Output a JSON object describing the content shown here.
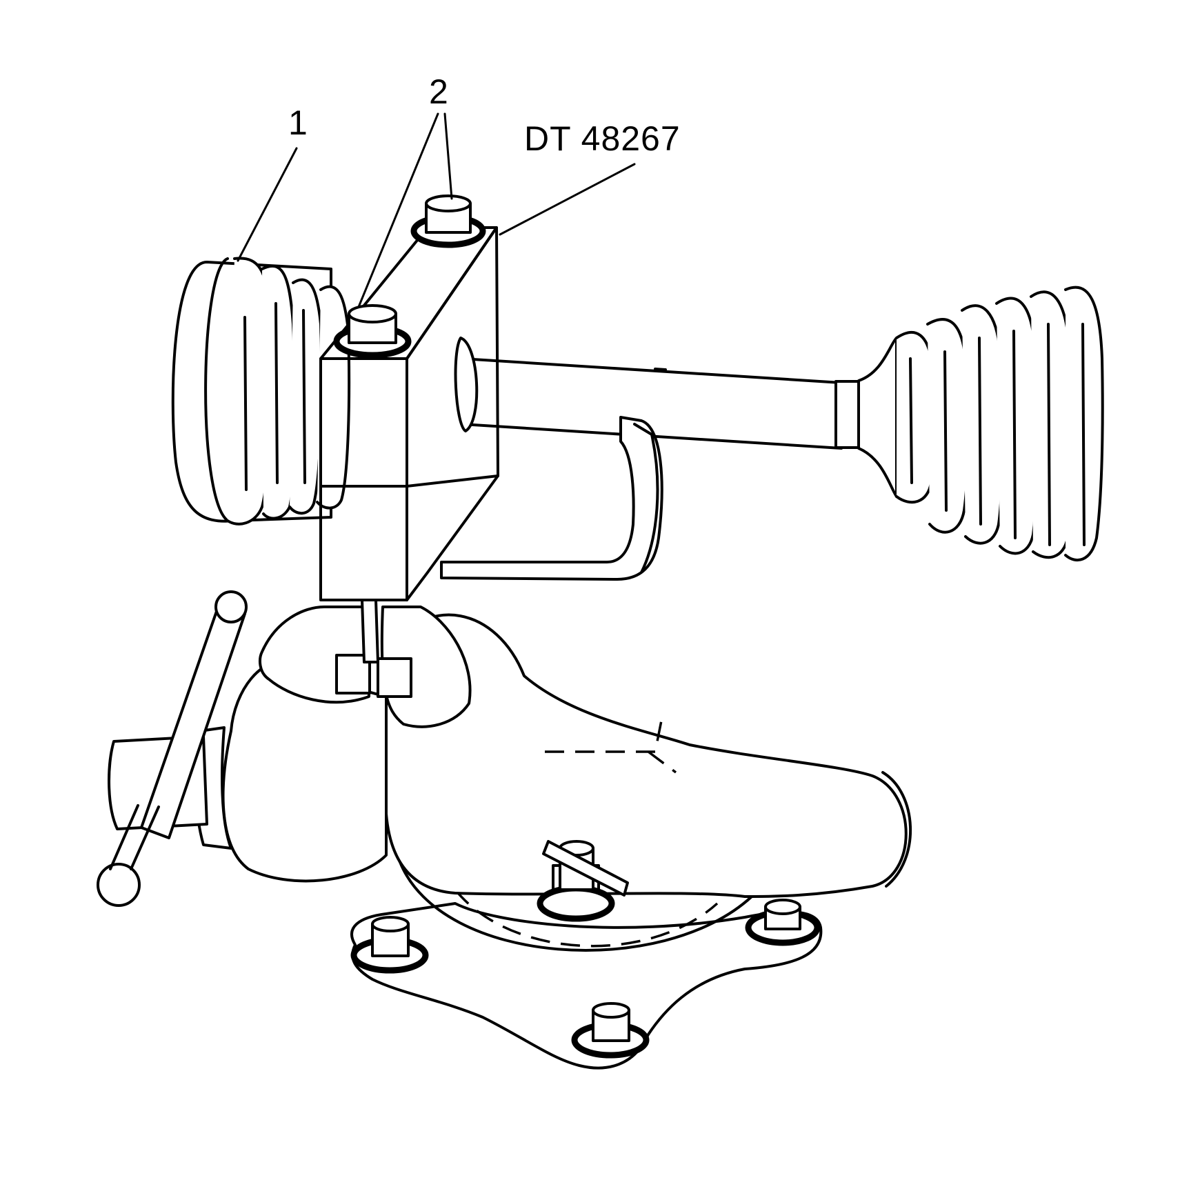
{
  "callouts": {
    "boot": "1",
    "bolts": "2",
    "tool": "DT 48267"
  },
  "colors": {
    "ink": "#000000",
    "paper": "#ffffff",
    "stipple": "#8a8a8a"
  }
}
